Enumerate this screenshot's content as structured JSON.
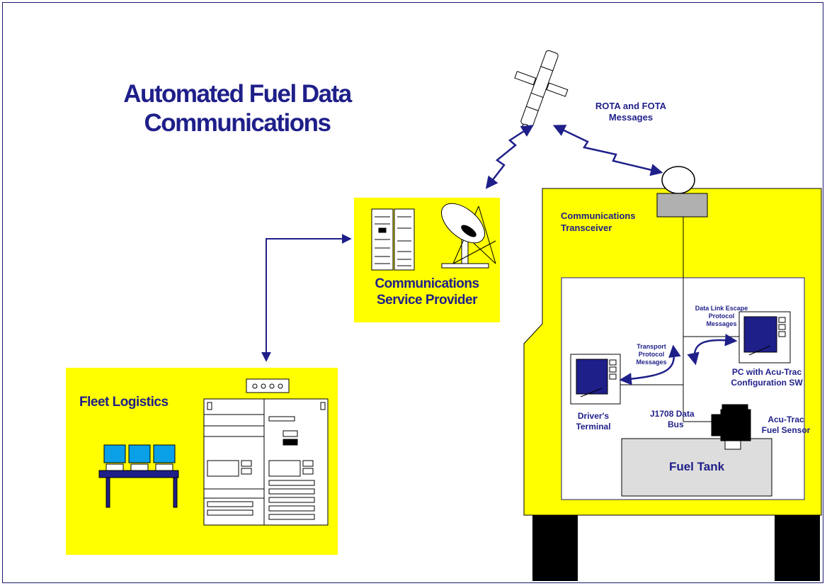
{
  "title": {
    "line1": "Automated Fuel Data",
    "line2": "Communications"
  },
  "labels": {
    "rota_line1": "ROTA and FOTA",
    "rota_line2": "Messages",
    "csp_line1": "Communications",
    "csp_line2": "Service Provider",
    "fleet": "Fleet Logistics",
    "transceiver_line1": "Communications",
    "transceiver_line2": "Transceiver",
    "dl_line1": "Data Link Escape",
    "dl_line2": "Protocol",
    "dl_line3": "Messages",
    "tp_line1": "Transport",
    "tp_line2": "Protocol",
    "tp_line3": "Messages",
    "pc_line1": "PC with Acu-Trac",
    "pc_line2": "Configuration SW",
    "driver_line1": "Driver's",
    "driver_line2": "Terminal",
    "bus_line1": "J1708 Data",
    "bus_line2": "Bus",
    "sensor_line1": "Acu-Trac",
    "sensor_line2": "Fuel Sensor",
    "tank": "Fuel Tank"
  },
  "colors": {
    "yellow": "#ffff00",
    "navy": "#1f1f8a",
    "black": "#000000",
    "tank_gray": "#dddddd",
    "transceiver_gray": "#b0b0b0"
  },
  "icons": [
    "satellite-icon",
    "dish-antenna-icon",
    "server-rack-icon",
    "workstation-icon",
    "modem-icon",
    "terminal-icon",
    "fuel-sensor-icon",
    "dome-antenna-icon"
  ]
}
